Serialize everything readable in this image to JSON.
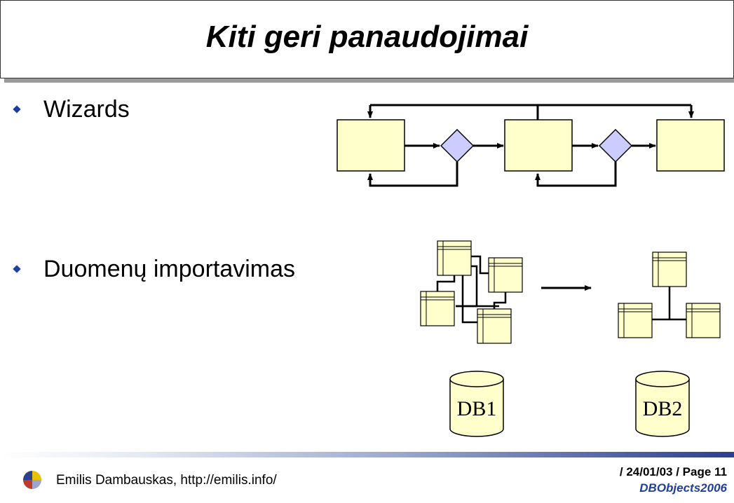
{
  "slide": {
    "title": "Kiti geri panaudojimai"
  },
  "bullets": [
    {
      "text": "Wizards"
    },
    {
      "text": "Duomenų importavimas"
    }
  ],
  "databases": [
    {
      "label": "DB1"
    },
    {
      "label": "DB2"
    }
  ],
  "footer": {
    "author": "Emilis Dambauskas, http://emilis.info/",
    "date_page": "/  24/01/03  /  Page 11",
    "brand": "DBObjects2006"
  },
  "colors": {
    "box_fill": "#ffffcc",
    "diamond_fill": "#ccccff",
    "bullet": "#1f3f9e",
    "brand": "#1f3f9e"
  }
}
